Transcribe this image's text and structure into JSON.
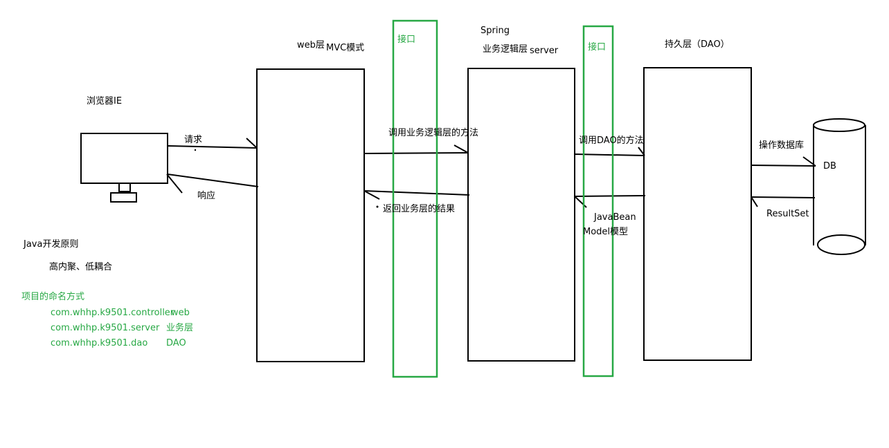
{
  "labels": {
    "browser": "浏览器IE",
    "request": "请求",
    "response": "响应",
    "web_layer": "web层",
    "mvc": "MVC模式",
    "interface_1": "接口",
    "spring": "Spring",
    "business_layer": "业务逻辑层",
    "server": "server",
    "interface_2": "接口",
    "persistence": "持久层（DAO）",
    "call_business": "调用业务逻辑层的方法",
    "return_business": "返回业务层的结果",
    "call_dao": "调用DAO的方法",
    "javabean": "JavaBean",
    "model": "Model模型",
    "operate_db": "操作数据库",
    "resultset": "ResultSet",
    "db": "DB"
  },
  "principles": {
    "title": "Java开发原则",
    "item": "高内聚、低耦合"
  },
  "naming": {
    "title": "项目的命名方式",
    "rows": [
      {
        "package": "com.whhp.k9501.controller",
        "desc": "web"
      },
      {
        "package": "com.whhp.k9501.server",
        "desc": "业务层"
      },
      {
        "package": "com.whhp.k9501.dao",
        "desc": "DAO"
      }
    ]
  },
  "colors": {
    "line": "#000000",
    "interface": "#27a844",
    "naming_text": "#27a844"
  }
}
